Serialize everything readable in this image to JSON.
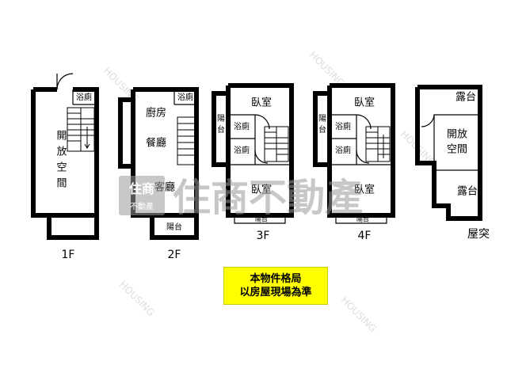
{
  "watermark": {
    "brand": "住商不動產",
    "logo_top": "住商",
    "logo_bottom": "不動產",
    "faint": "HOUSING"
  },
  "floors": {
    "f1": {
      "label": "1F",
      "rooms": {
        "bath": "浴廁",
        "open_l1": "開",
        "open_l2": "放",
        "open_l3": "空",
        "open_l4": "間"
      }
    },
    "f2": {
      "label": "2F",
      "rooms": {
        "kitchen": "廚房",
        "dining": "餐廳",
        "bath": "浴廁",
        "living": "客廳",
        "balcony": "陽台"
      }
    },
    "f3": {
      "label": "3F",
      "rooms": {
        "bedroom_top": "臥室",
        "balcony_side_1": "陽",
        "balcony_side_2": "台",
        "bath_1": "浴廁",
        "bath_2": "浴廁",
        "bedroom_bottom": "臥室",
        "balcony_small": "陽台"
      }
    },
    "f4": {
      "label": "4F",
      "rooms": {
        "bedroom_top": "臥室",
        "balcony_side_1": "陽",
        "balcony_side_2": "台",
        "bath_1": "浴廁",
        "bath_2": "浴廁",
        "bedroom_bottom": "臥室",
        "balcony_small": "陽台"
      }
    },
    "roof": {
      "label": "屋突",
      "rooms": {
        "terrace_top": "露台",
        "open_1": "開放",
        "open_2": "空間",
        "terrace_bottom": "露台"
      }
    }
  },
  "note": {
    "line1": "本物件格局",
    "line2": "以房屋現場為準"
  },
  "colors": {
    "note_bg": "#ffff00",
    "wall": "#000000",
    "watermark": "#9a9a9a"
  }
}
